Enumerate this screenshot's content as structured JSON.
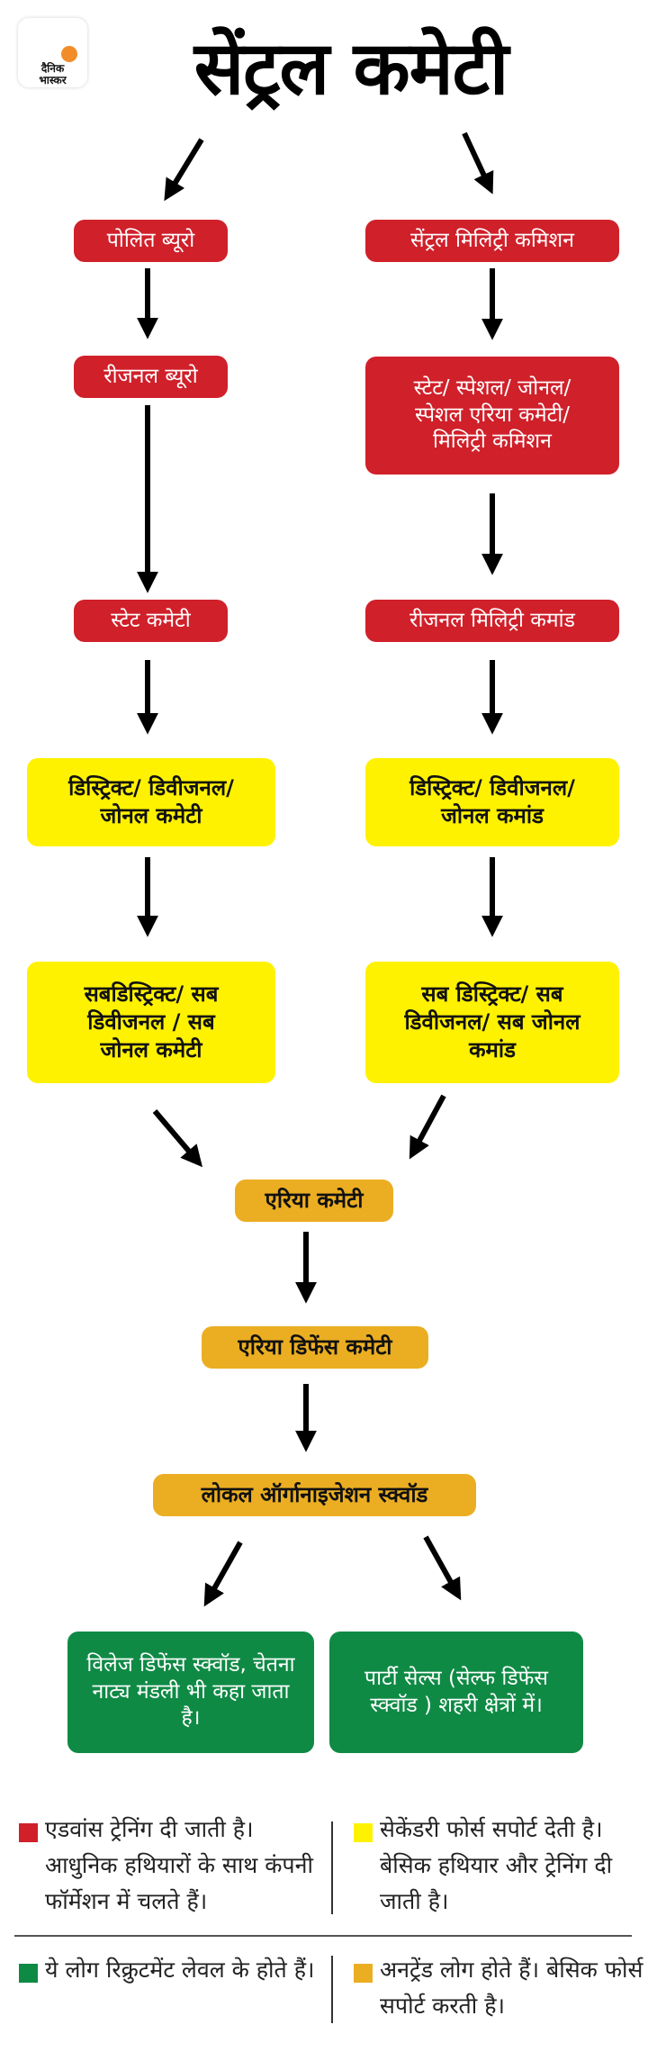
{
  "logo": {
    "line1": "दैनिक",
    "line2": "भास्कर",
    "dot_color": "#f28c28"
  },
  "title": "सेंट्रल कमेटी",
  "colors": {
    "red": "#d0202a",
    "yellow": "#fff200",
    "orange": "#ebae22",
    "green": "#0f8a45"
  },
  "left_column": [
    {
      "label": "पोलित ब्यूरो",
      "level": "red"
    },
    {
      "label": "रीजनल  ब्यूरो",
      "level": "red"
    },
    {
      "label": "स्टेट कमेटी",
      "level": "red"
    },
    {
      "label": "डिस्ट्रिक्ट/ डिवीजनल/ जोनल कमेटी",
      "level": "yellow"
    },
    {
      "label": "सबडिस्ट्रिक्ट/ सब डिवीजनल / सब जोनल कमेटी",
      "level": "yellow"
    }
  ],
  "right_column": [
    {
      "label": "सेंट्रल मिलिट्री कमिशन",
      "level": "red"
    },
    {
      "label": "स्टेट/ स्पेशल/ जोनल/ स्पेशल एरिया कमेटी/ मिलिट्री  कमिशन",
      "level": "red"
    },
    {
      "label": "रीजनल मिलिट्री कमांड",
      "level": "red"
    },
    {
      "label": "डिस्ट्रिक्ट/ डिवीजनल/ जोनल कमांड",
      "level": "yellow"
    },
    {
      "label": "सब डिस्ट्रिक्ट/ सब डिवीजनल/ सब जोनल कमांड",
      "level": "yellow"
    }
  ],
  "center_column": [
    {
      "label": "एरिया कमेटी",
      "level": "orange"
    },
    {
      "label": "एरिया डिफेंस कमेटी",
      "level": "orange"
    },
    {
      "label": "लोकल ऑर्गानाइजेशन स्क्वॉड",
      "level": "orange"
    }
  ],
  "bottom_boxes": [
    {
      "label": "विलेज डिफेंस स्क्वॉड, चेतना नाट्य मंडली भी कहा जाता है।",
      "level": "green"
    },
    {
      "label": "पार्टी सेल्स (सेल्फ डिफेंस स्क्वॉड ) शहरी क्षेत्रों में।",
      "level": "green"
    }
  ],
  "legend": [
    {
      "color": "red",
      "text": "एडवांस ट्रेनिंग दी जाती है। आधुनिक हथियारों के साथ कंपनी फॉर्मेशन में चलते हैं।"
    },
    {
      "color": "yellow",
      "text": "सेकेंडरी फोर्स सपोर्ट देती है।बेसिक हथियार और ट्रेनिंग दी जाती है।"
    },
    {
      "color": "green",
      "text": "ये लोग रिक्रुटमेंट लेवल के होते हैं।"
    },
    {
      "color": "orange",
      "text": "अनट्रेंड लोग होते हैं। बेसिक फोर्स सपोर्ट करती है।"
    }
  ]
}
